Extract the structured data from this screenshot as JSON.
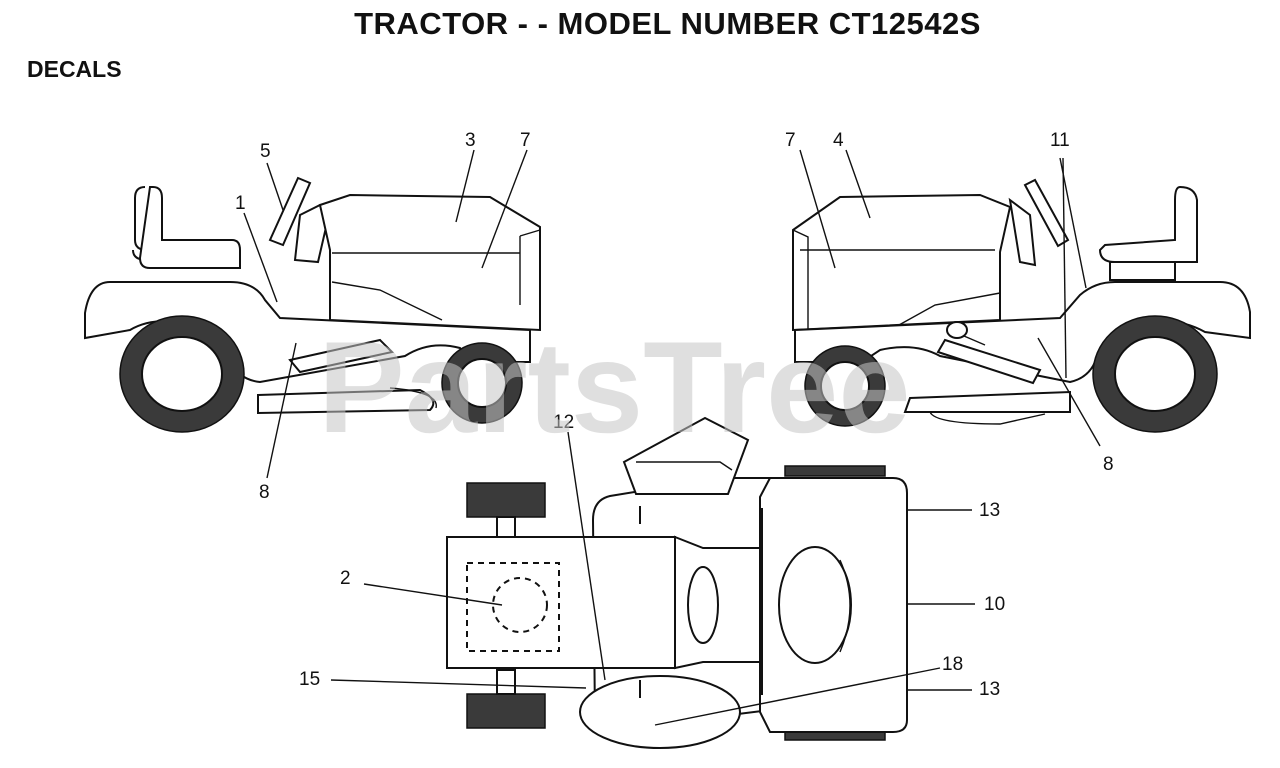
{
  "header": {
    "title": "TRACTOR - - MODEL NUMBER CT12542S",
    "section": "DECALS"
  },
  "watermark": "PartsTree",
  "callouts": {
    "left_view": [
      "5",
      "3",
      "7",
      "1",
      "8"
    ],
    "right_view": [
      "7",
      "4",
      "11",
      "8"
    ],
    "top_view": [
      "12",
      "13",
      "2",
      "10",
      "15",
      "18",
      "13"
    ]
  }
}
